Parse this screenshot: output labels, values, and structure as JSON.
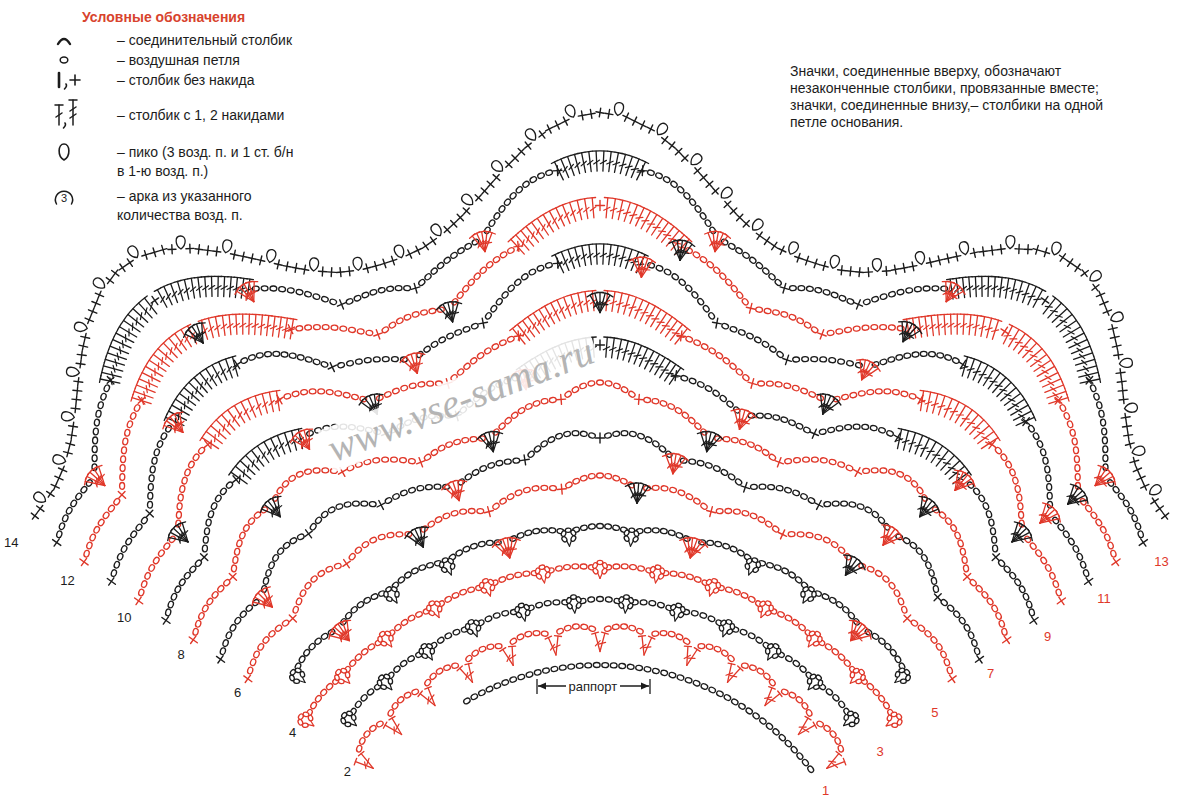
{
  "diagram": {
    "title": "Условные обозначения",
    "labels": [
      "Значки, соединенные вверху, обозначают незаконченные столбики, провязанные вместе; значки, соединенные внизу,– столбики на одной петле основания.",
      "3",
      "www.vse-sama.ru",
      "раппорт",
      "14",
      "12",
      "10",
      "8",
      "6",
      "4",
      "2",
      "1",
      "3",
      "5",
      "7",
      "9",
      "11",
      "13"
    ],
    "legend": [
      {
        "text": "– соединительный столбик"
      },
      {
        "text": "– воздушная петля"
      },
      {
        "text": "– столбик без накида"
      },
      {
        "text": "– столбик с 1, 2 накидами"
      },
      {
        "text": "– пико (3 возд. п. и 1 ст. б/н в 1-ю возд. п.)"
      },
      {
        "text": "– арка из указанного количества возд. п."
      }
    ]
  }
}
